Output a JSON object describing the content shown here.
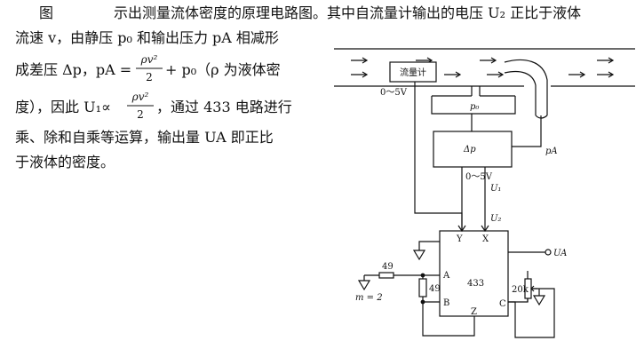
{
  "text": {
    "line1a": "图",
    "line1b": "示出测量流体密度的原理电路图。其中自流量计输出的电压 U₂ 正比于液体",
    "line2": "流速 v，由静压 p₀ 和输出压力 pA 相减形",
    "line3a": "成差压 Δp，pA =",
    "line3b": "+ p₀（ρ 为液体密",
    "line4a": "度），因此 U₁∝",
    "line4b": "，通过 433 电路进行",
    "line5": "乘、除和自乘等运算，输出量 UA 即正比",
    "line6": "于液体的密度。",
    "frac_num": "ρv²",
    "frac_den": "2"
  },
  "diagram": {
    "flowmeter": "流量计",
    "voltage_range_top": "0～5V",
    "static_pressure": "p₀",
    "delta_p": "Δp",
    "output_pressure": "pA",
    "voltage_range_mid": "0～5V",
    "u1": "U₁",
    "u2": "U₂",
    "pin_y": "Y",
    "pin_x": "X",
    "ua": "UA",
    "res_49_top": "49",
    "res_49_side": "49",
    "pin_a": "A",
    "chip": "433",
    "pin_b": "B",
    "pin_z": "Z",
    "pin_c": "C",
    "pot": "20k",
    "m_eq": "m = 2"
  }
}
